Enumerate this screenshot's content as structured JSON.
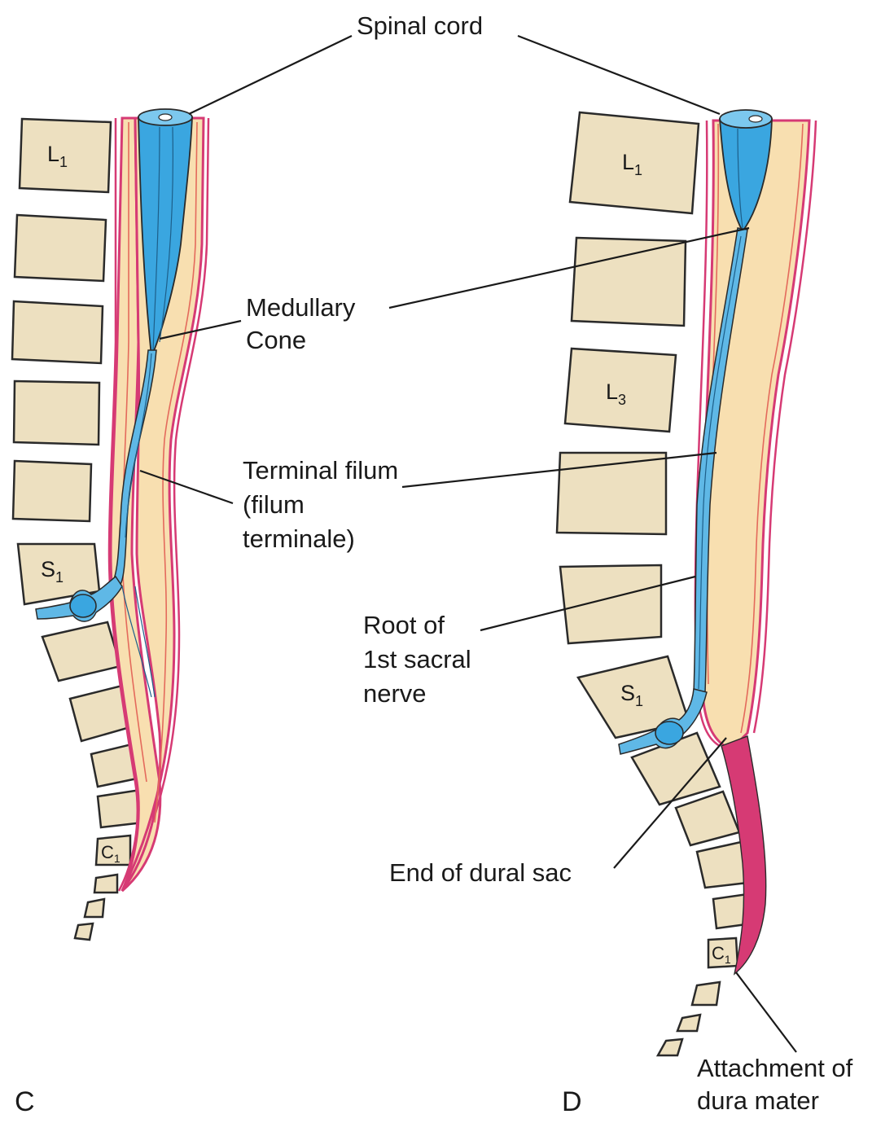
{
  "labels": {
    "spinal_cord": "Spinal cord",
    "medullary_1": "Medullary",
    "medullary_2": "Cone",
    "terminal_1": "Terminal filum",
    "terminal_2": "(filum",
    "terminal_3": "terminale)",
    "root_1": "Root of",
    "root_2": "1st sacral",
    "root_3": "nerve",
    "dural_sac": "End of dural sac",
    "attach_1": "Attachment of",
    "attach_2": "dura mater"
  },
  "panels": {
    "left": "C",
    "right": "D"
  },
  "vertebrae": {
    "c_l1": {
      "main": "L",
      "sub": "1"
    },
    "c_s1": {
      "main": "S",
      "sub": "1"
    },
    "c_c1": {
      "main": "C",
      "sub": "1"
    },
    "d_l1": {
      "main": "L",
      "sub": "1"
    },
    "d_l3": {
      "main": "L",
      "sub": "3"
    },
    "d_s1": {
      "main": "S",
      "sub": "1"
    },
    "d_c1": {
      "main": "C",
      "sub": "1"
    }
  },
  "colors": {
    "vertebra_fill": "#ede0c0",
    "dural_sac_fill": "#f8dfb0",
    "dura_mater": "#d63a74",
    "spinal_cord": "#3aa6e0",
    "outline": "#2a2a2a"
  }
}
